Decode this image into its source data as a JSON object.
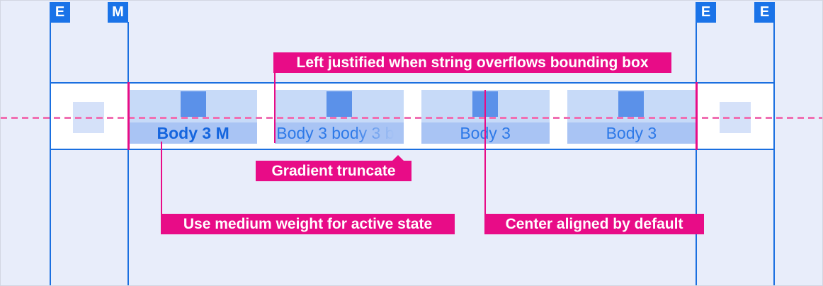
{
  "margin_markers": [
    {
      "label": "E"
    },
    {
      "label": "M"
    },
    {
      "label": "E"
    },
    {
      "label": "E"
    }
  ],
  "tab_bar": {
    "tabs": [
      {
        "label": "Body 3 M",
        "state": "active",
        "alignment": "center",
        "weight": "medium"
      },
      {
        "label": "Body 3 body 3 b",
        "state": "default",
        "alignment": "left",
        "truncation": "gradient"
      },
      {
        "label": "Body 3",
        "state": "default",
        "alignment": "center"
      },
      {
        "label": "Body 3",
        "state": "default",
        "alignment": "center"
      }
    ]
  },
  "annotations": {
    "left_justified": {
      "text": "Left justified when string overflows bounding box"
    },
    "gradient_truncate": {
      "text": "Gradient truncate"
    },
    "medium_weight": {
      "text": "Use medium weight for active state"
    },
    "center_aligned": {
      "text": "Center aligned by default"
    }
  },
  "colors": {
    "background": "#E8EDFA",
    "guide_blue": "#1A6FE0",
    "marker_blue": "#1A73E8",
    "annotation_pink": "#E80C87",
    "baseline_pink": "#F06FB2",
    "tab_hit_area": "#C7DAF8",
    "tab_label_box": "#A9C4F4",
    "tab_icon_square": "#5B91E9",
    "spacer_square": "#D5E1F9",
    "tab_text": "#2D79E8",
    "active_tab_text": "#1565DE"
  }
}
